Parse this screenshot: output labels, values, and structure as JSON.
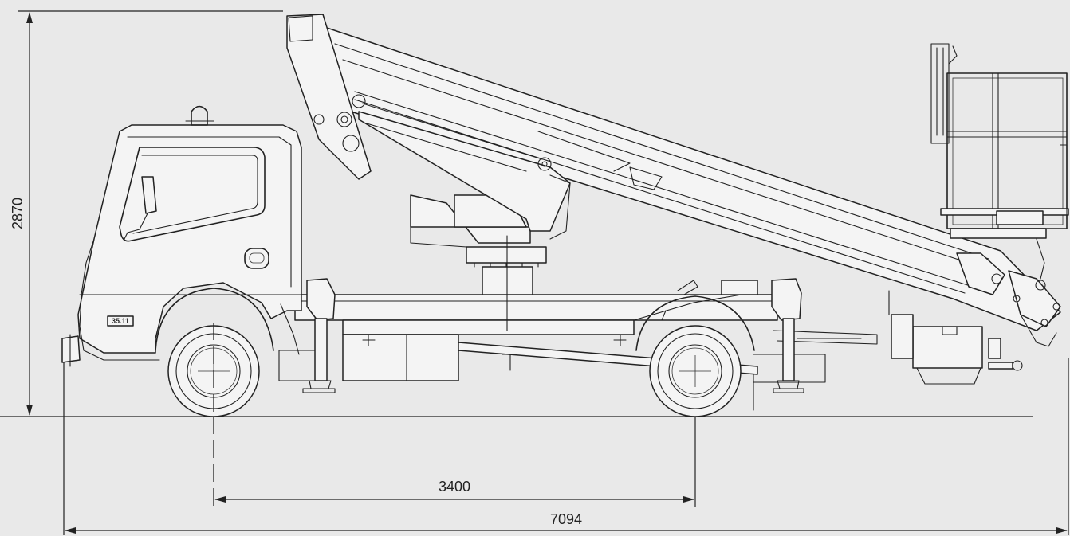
{
  "dimensions": {
    "overall_height": "2870",
    "wheelbase": "3400",
    "overall_length": "7094"
  },
  "vehicle": {
    "plate_text": "35.11"
  },
  "colors": {
    "background": "#e9e9e9",
    "line": "#222222",
    "body_fill": "#f4f4f4"
  }
}
